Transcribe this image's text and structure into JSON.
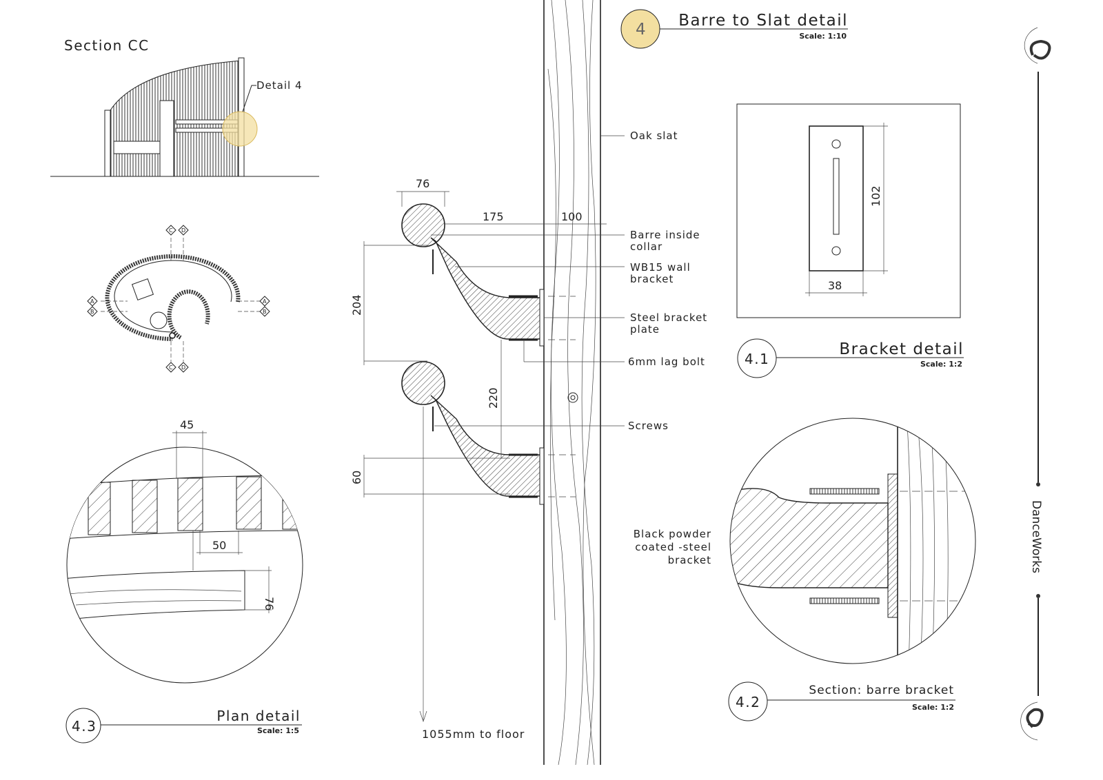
{
  "section_cc": {
    "title": "Section CC",
    "detail_callout": "Detail 4"
  },
  "main_detail": {
    "number": "4",
    "title": "Barre to Slat detail",
    "scale": "Scale: 1:10",
    "highlight_color": "#f3dfa0"
  },
  "labels": {
    "oak_slat": "Oak slat",
    "barre_collar": [
      "Barre inside",
      "collar"
    ],
    "wall_bracket": [
      "WB15 wall",
      "bracket"
    ],
    "steel_plate": [
      "Steel bracket",
      "plate"
    ],
    "lag_bolt": "6mm lag bolt",
    "screws": "Screws",
    "powder_coat": [
      "Black powder",
      "coated -steel",
      "bracket"
    ],
    "to_floor": "1055mm to floor"
  },
  "dimensions": {
    "barre_dia": "76",
    "projection": "175",
    "slat": "100",
    "barre_spacing": "204",
    "lower": "220",
    "plate": "60",
    "bracket_h": "102",
    "bracket_w": "38",
    "plan_slat": "45",
    "plan_gap": "50",
    "plan_depth": "76"
  },
  "bracket_detail": {
    "number": "4.1",
    "title": "Bracket detail",
    "scale": "Scale:  1:2"
  },
  "section_detail": {
    "number": "4.2",
    "title": "Section: barre bracket",
    "scale": "Scale:  1:2"
  },
  "plan_detail": {
    "number": "4.3",
    "title": "Plan detail",
    "scale": "Scale:  1:5"
  },
  "plan_markers": [
    "A",
    "B",
    "C",
    "D"
  ],
  "brand": {
    "name": "DanceWorks"
  }
}
